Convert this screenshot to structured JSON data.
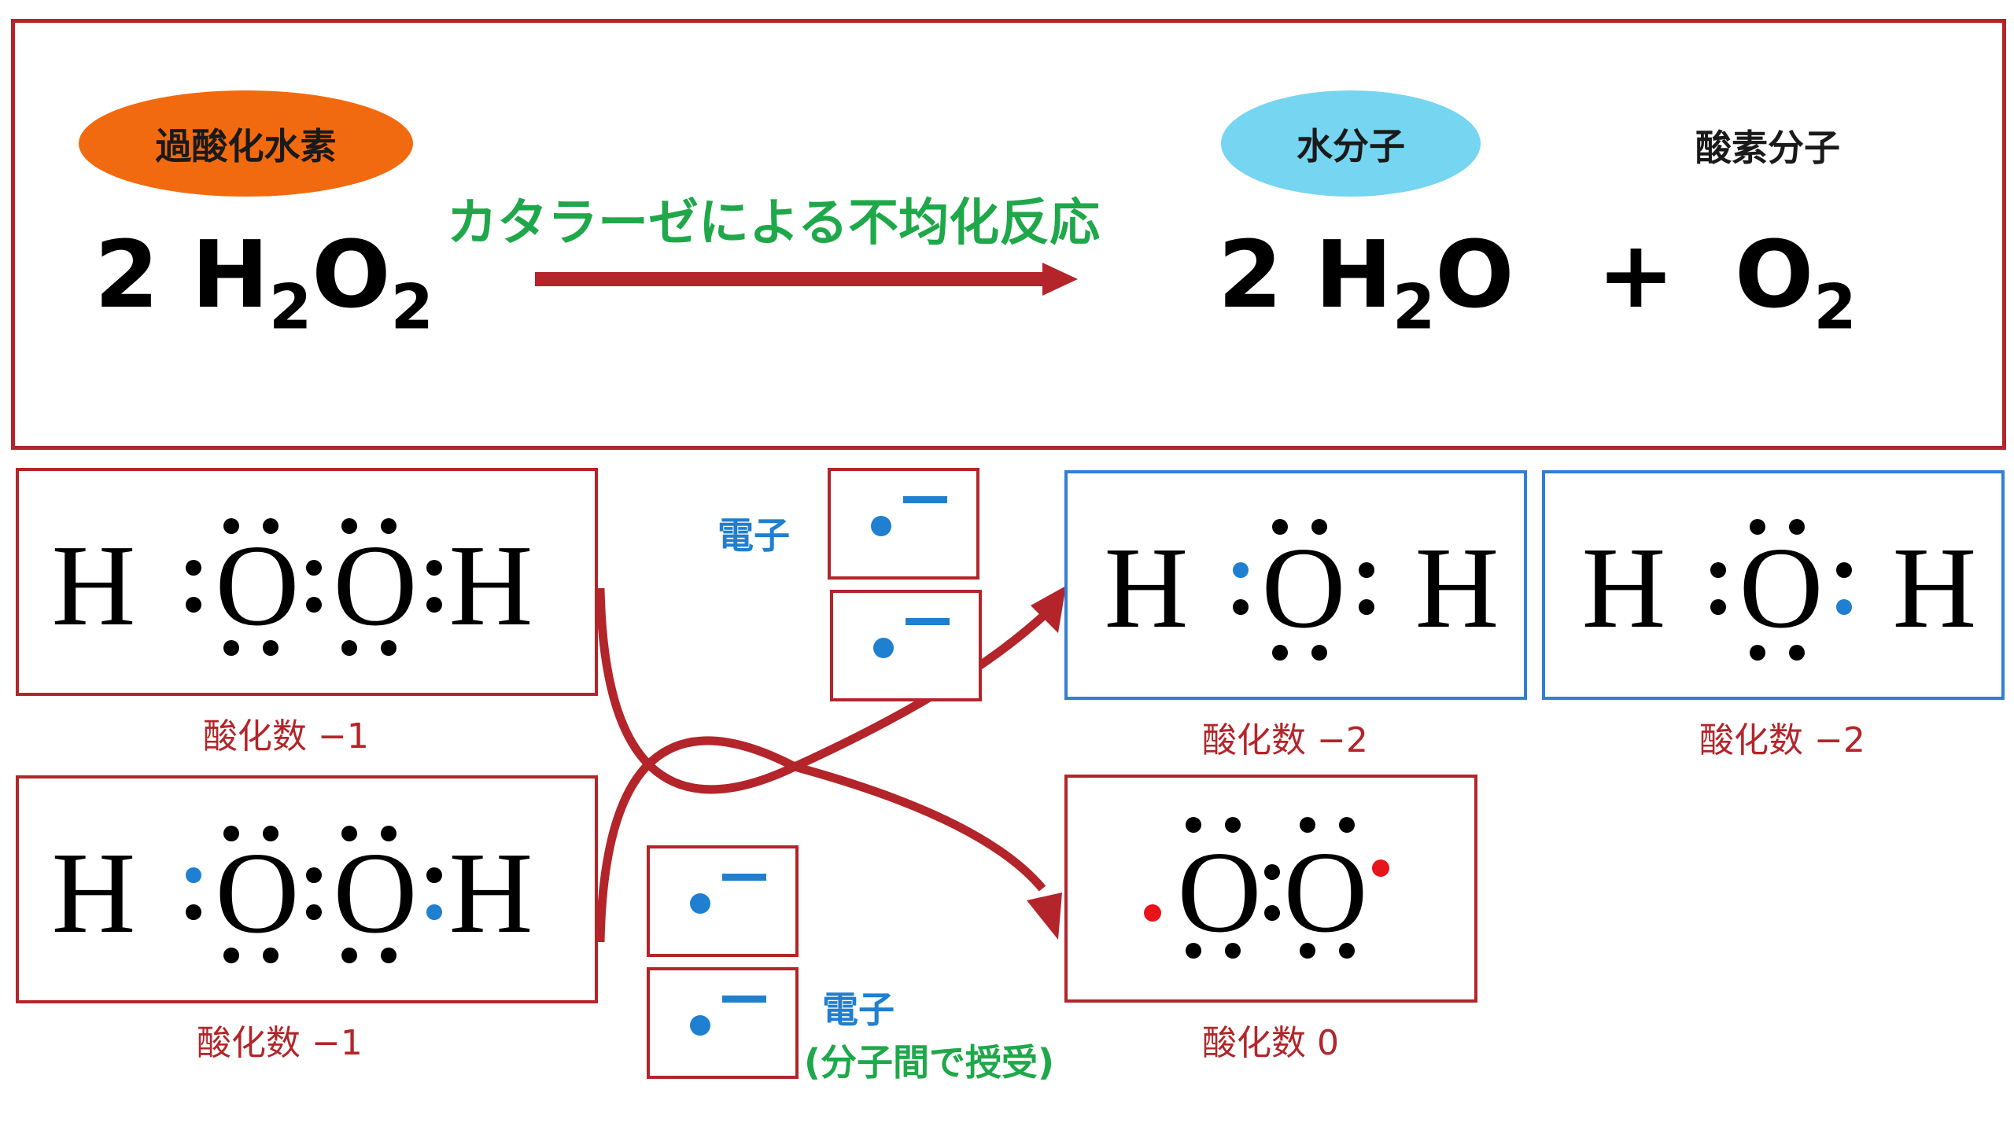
{
  "reaction": {
    "reactant_label": "過酸化水素",
    "reactant_coef": "2",
    "reactant_formula": "H",
    "reactant_sub1": "2",
    "reactant_o": "O",
    "reactant_sub2": "2",
    "arrow_label": "カタラーゼによる不均化反応",
    "product1_label": "水分子",
    "product1_coef": "2",
    "product1_h": "H",
    "product1_sub": "2",
    "product1_o": "O",
    "plus": "+",
    "product2_label": "酸素分子",
    "product2_o": "O",
    "product2_sub": "2"
  },
  "structures": {
    "h2o2_top": {
      "atoms": [
        "H",
        "O",
        "O",
        "H"
      ],
      "ox_label": "酸化数 −1"
    },
    "h2o2_bottom": {
      "atoms": [
        "H",
        "O",
        "O",
        "H"
      ],
      "ox_label": "酸化数 −1"
    },
    "h2o_a": {
      "atoms": [
        "H",
        "O",
        "H"
      ],
      "ox_label": "酸化数 −2"
    },
    "h2o_b": {
      "atoms": [
        "H",
        "O",
        "H"
      ],
      "ox_label": "酸化数 −2"
    },
    "o2": {
      "atoms": [
        "O",
        "O"
      ],
      "ox_label": "酸化数 0"
    }
  },
  "electron_labels": {
    "top": "電子",
    "bottom_line1": "電子",
    "bottom_line2": "(分子間で授受)"
  },
  "colors": {
    "frame_red": "#b3252a",
    "frame_blue": "#2f7fd4",
    "reactant_pill": "#f26a10",
    "product_pill": "#76d5f0",
    "arrow_green": "#1fa84a",
    "electron_blue": "#1f7fd0",
    "electron_red": "#e8131b"
  }
}
